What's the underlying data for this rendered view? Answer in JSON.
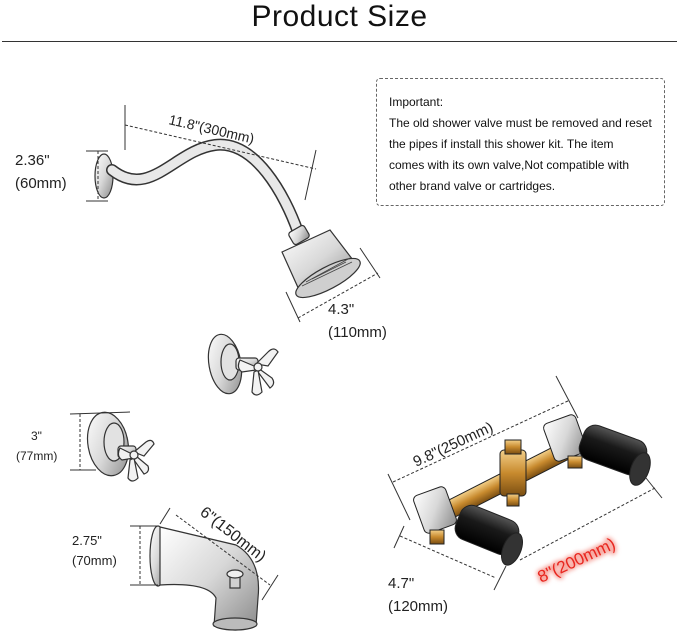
{
  "title": "Product Size",
  "note": {
    "heading": "Important:",
    "body": "The old shower valve must be removed and reset the pipes if install this shower kit. The item comes with its own valve,Not compatible with other brand valve or cartridges."
  },
  "dimensions": {
    "arm_length": "11.8\"(300mm)",
    "flange_in": "2.36\"",
    "flange_mm": "(60mm)",
    "head_in": "4.3\"",
    "head_mm": "(110mm)",
    "handle_in": "3\"",
    "handle_mm": "(77mm)",
    "spout_diam_in": "2.75\"",
    "spout_diam_mm": "(70mm)",
    "spout_len": "6\"(150mm)",
    "valve_width": "9.8\"(250mm)",
    "valve_depth_in": "4.7\"",
    "valve_depth_mm": "(120mm)",
    "valve_center": "8\"(200mm)"
  },
  "colors": {
    "highlight": "#e8261f",
    "glow": "#f6a29a"
  }
}
